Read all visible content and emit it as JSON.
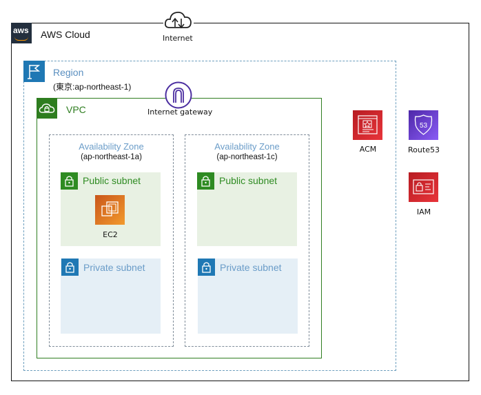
{
  "diagram": {
    "cloud": {
      "title": "AWS Cloud",
      "badge": "aws",
      "border_color": "#111111"
    },
    "internet": {
      "label": "Internet",
      "icon": "internet-cloud-icon"
    },
    "region": {
      "title": "Region",
      "subtitle": "(東京:ap-northeast-1)",
      "color": "#1f78b4",
      "icon": "region-flag-icon"
    },
    "vpc": {
      "title": "VPC",
      "color": "#2e7d1f",
      "icon": "vpc-cloud-lock-icon"
    },
    "internet_gateway": {
      "label": "Internet gateway",
      "color": "#4b2ea0"
    },
    "availability_zones": [
      {
        "title": "Availability Zone",
        "subtitle": "(ap-northeast-1a)",
        "public_subnet": {
          "title": "Public subnet",
          "resources": [
            {
              "label": "EC2",
              "color": "#e8731a"
            }
          ]
        },
        "private_subnet": {
          "title": "Private subnet"
        }
      },
      {
        "title": "Availability Zone",
        "subtitle": "(ap-northeast-1c)",
        "public_subnet": {
          "title": "Public subnet",
          "resources": []
        },
        "private_subnet": {
          "title": "Private subnet"
        }
      }
    ],
    "global_services": [
      {
        "label": "ACM",
        "color": "#d6262e"
      },
      {
        "label": "Route53",
        "color": "#6a3ed8"
      },
      {
        "label": "IAM",
        "color": "#d6262e"
      }
    ]
  }
}
